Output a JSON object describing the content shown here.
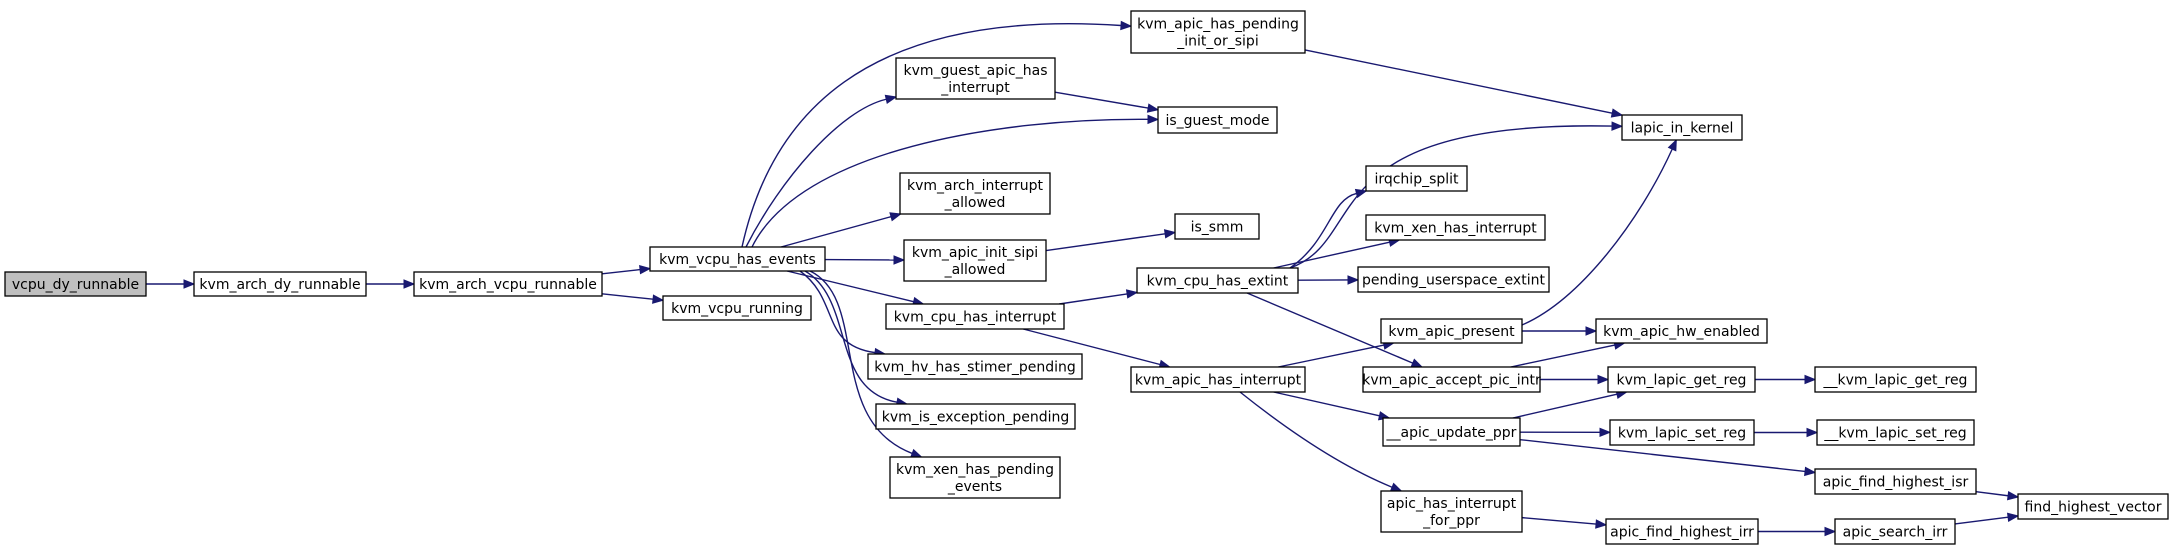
{
  "colors": {
    "edge": "#191970",
    "root_fill": "#bfbfbf",
    "node_fill": "#ffffff",
    "border": "#000000"
  },
  "nodes": [
    {
      "id": "vcpu_dy_runnable",
      "lines": [
        "vcpu_dy_runnable"
      ],
      "root": true
    },
    {
      "id": "kvm_arch_dy_runnable",
      "lines": [
        "kvm_arch_dy_runnable"
      ]
    },
    {
      "id": "kvm_arch_vcpu_runnable",
      "lines": [
        "kvm_arch_vcpu_runnable"
      ]
    },
    {
      "id": "kvm_vcpu_has_events",
      "lines": [
        "kvm_vcpu_has_events"
      ]
    },
    {
      "id": "kvm_vcpu_running",
      "lines": [
        "kvm_vcpu_running"
      ]
    },
    {
      "id": "kvm_apic_has_pending_init_or_sipi",
      "lines": [
        "kvm_apic_has_pending",
        "_init_or_sipi"
      ]
    },
    {
      "id": "kvm_guest_apic_has_interrupt",
      "lines": [
        "kvm_guest_apic_has",
        "_interrupt"
      ]
    },
    {
      "id": "is_guest_mode",
      "lines": [
        "is_guest_mode"
      ]
    },
    {
      "id": "kvm_arch_interrupt_allowed",
      "lines": [
        "kvm_arch_interrupt",
        "_allowed"
      ]
    },
    {
      "id": "kvm_apic_init_sipi_allowed",
      "lines": [
        "kvm_apic_init_sipi",
        "_allowed"
      ]
    },
    {
      "id": "is_smm",
      "lines": [
        "is_smm"
      ]
    },
    {
      "id": "kvm_cpu_has_interrupt",
      "lines": [
        "kvm_cpu_has_interrupt"
      ]
    },
    {
      "id": "kvm_cpu_has_extint",
      "lines": [
        "kvm_cpu_has_extint"
      ]
    },
    {
      "id": "lapic_in_kernel",
      "lines": [
        "lapic_in_kernel"
      ]
    },
    {
      "id": "irqchip_split",
      "lines": [
        "irqchip_split"
      ]
    },
    {
      "id": "kvm_xen_has_interrupt",
      "lines": [
        "kvm_xen_has_interrupt"
      ]
    },
    {
      "id": "pending_userspace_extint",
      "lines": [
        "pending_userspace_extint"
      ]
    },
    {
      "id": "kvm_hv_has_stimer_pending",
      "lines": [
        "kvm_hv_has_stimer_pending"
      ]
    },
    {
      "id": "kvm_apic_has_interrupt",
      "lines": [
        "kvm_apic_has_interrupt"
      ]
    },
    {
      "id": "kvm_apic_present",
      "lines": [
        "kvm_apic_present"
      ]
    },
    {
      "id": "kvm_apic_hw_enabled",
      "lines": [
        "kvm_apic_hw_enabled"
      ]
    },
    {
      "id": "kvm_apic_accept_pic_intr",
      "lines": [
        "kvm_apic_accept_pic_intr"
      ]
    },
    {
      "id": "kvm_lapic_get_reg",
      "lines": [
        "kvm_lapic_get_reg"
      ]
    },
    {
      "id": "__kvm_lapic_get_reg",
      "lines": [
        "__kvm_lapic_get_reg"
      ]
    },
    {
      "id": "kvm_is_exception_pending",
      "lines": [
        "kvm_is_exception_pending"
      ]
    },
    {
      "id": "__apic_update_ppr",
      "lines": [
        "__apic_update_ppr"
      ]
    },
    {
      "id": "kvm_lapic_set_reg",
      "lines": [
        "kvm_lapic_set_reg"
      ]
    },
    {
      "id": "__kvm_lapic_set_reg",
      "lines": [
        "__kvm_lapic_set_reg"
      ]
    },
    {
      "id": "kvm_xen_has_pending_events",
      "lines": [
        "kvm_xen_has_pending",
        "_events"
      ]
    },
    {
      "id": "apic_find_highest_isr",
      "lines": [
        "apic_find_highest_isr"
      ]
    },
    {
      "id": "find_highest_vector",
      "lines": [
        "find_highest_vector"
      ]
    },
    {
      "id": "apic_has_interrupt_for_ppr",
      "lines": [
        "apic_has_interrupt",
        "_for_ppr"
      ]
    },
    {
      "id": "apic_find_highest_irr",
      "lines": [
        "apic_find_highest_irr"
      ]
    },
    {
      "id": "apic_search_irr",
      "lines": [
        "apic_search_irr"
      ]
    }
  ],
  "edges": [
    [
      "vcpu_dy_runnable",
      "kvm_arch_dy_runnable"
    ],
    [
      "kvm_arch_dy_runnable",
      "kvm_arch_vcpu_runnable"
    ],
    [
      "kvm_arch_vcpu_runnable",
      "kvm_vcpu_has_events"
    ],
    [
      "kvm_arch_vcpu_runnable",
      "kvm_vcpu_running"
    ],
    [
      "kvm_vcpu_has_events",
      "kvm_apic_has_pending_init_or_sipi"
    ],
    [
      "kvm_vcpu_has_events",
      "kvm_guest_apic_has_interrupt"
    ],
    [
      "kvm_vcpu_has_events",
      "is_guest_mode"
    ],
    [
      "kvm_vcpu_has_events",
      "kvm_arch_interrupt_allowed"
    ],
    [
      "kvm_vcpu_has_events",
      "kvm_apic_init_sipi_allowed"
    ],
    [
      "kvm_vcpu_has_events",
      "kvm_cpu_has_interrupt"
    ],
    [
      "kvm_vcpu_has_events",
      "kvm_hv_has_stimer_pending"
    ],
    [
      "kvm_vcpu_has_events",
      "kvm_is_exception_pending"
    ],
    [
      "kvm_vcpu_has_events",
      "kvm_xen_has_pending_events"
    ],
    [
      "kvm_apic_has_pending_init_or_sipi",
      "lapic_in_kernel"
    ],
    [
      "kvm_guest_apic_has_interrupt",
      "is_guest_mode"
    ],
    [
      "kvm_apic_init_sipi_allowed",
      "is_smm"
    ],
    [
      "kvm_cpu_has_interrupt",
      "kvm_cpu_has_extint"
    ],
    [
      "kvm_cpu_has_interrupt",
      "kvm_apic_has_interrupt"
    ],
    [
      "kvm_cpu_has_extint",
      "lapic_in_kernel"
    ],
    [
      "kvm_cpu_has_extint",
      "irqchip_split"
    ],
    [
      "kvm_cpu_has_extint",
      "kvm_xen_has_interrupt"
    ],
    [
      "kvm_cpu_has_extint",
      "pending_userspace_extint"
    ],
    [
      "kvm_cpu_has_extint",
      "kvm_apic_accept_pic_intr"
    ],
    [
      "kvm_apic_has_interrupt",
      "kvm_apic_present"
    ],
    [
      "kvm_apic_has_interrupt",
      "__apic_update_ppr"
    ],
    [
      "kvm_apic_has_interrupt",
      "apic_has_interrupt_for_ppr"
    ],
    [
      "kvm_apic_present",
      "lapic_in_kernel"
    ],
    [
      "kvm_apic_present",
      "kvm_apic_hw_enabled"
    ],
    [
      "kvm_apic_accept_pic_intr",
      "kvm_apic_hw_enabled"
    ],
    [
      "kvm_apic_accept_pic_intr",
      "kvm_lapic_get_reg"
    ],
    [
      "kvm_lapic_get_reg",
      "__kvm_lapic_get_reg"
    ],
    [
      "__apic_update_ppr",
      "kvm_lapic_get_reg"
    ],
    [
      "__apic_update_ppr",
      "kvm_lapic_set_reg"
    ],
    [
      "__apic_update_ppr",
      "apic_find_highest_isr"
    ],
    [
      "kvm_lapic_set_reg",
      "__kvm_lapic_set_reg"
    ],
    [
      "apic_find_highest_isr",
      "find_highest_vector"
    ],
    [
      "apic_has_interrupt_for_ppr",
      "apic_find_highest_irr"
    ],
    [
      "apic_find_highest_irr",
      "apic_search_irr"
    ],
    [
      "apic_search_irr",
      "find_highest_vector"
    ]
  ]
}
